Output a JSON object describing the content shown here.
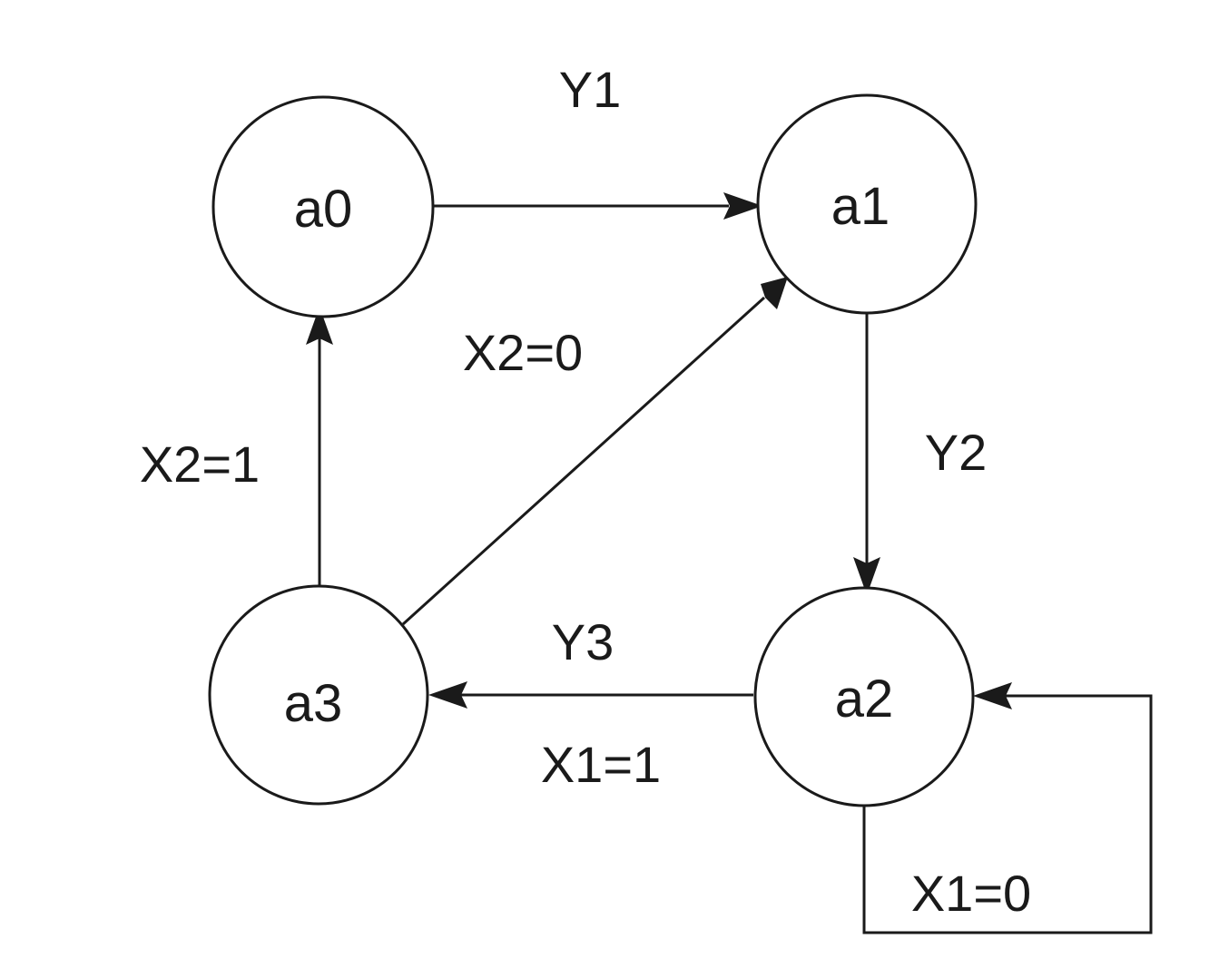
{
  "diagram": {
    "type": "state-transition-graph",
    "states": [
      {
        "id": "a0",
        "label": "a0"
      },
      {
        "id": "a1",
        "label": "a1"
      },
      {
        "id": "a2",
        "label": "a2"
      },
      {
        "id": "a3",
        "label": "a3"
      }
    ],
    "transitions": [
      {
        "from": "a0",
        "to": "a1",
        "labels": [
          "Y1"
        ]
      },
      {
        "from": "a1",
        "to": "a2",
        "labels": [
          "Y2"
        ]
      },
      {
        "from": "a2",
        "to": "a3",
        "labels": [
          "Y3",
          "X1=1"
        ]
      },
      {
        "from": "a2",
        "to": "a2",
        "labels": [
          "X1=0"
        ]
      },
      {
        "from": "a3",
        "to": "a0",
        "labels": [
          "X2=1"
        ]
      },
      {
        "from": "a3",
        "to": "a1",
        "labels": [
          "X2=0"
        ]
      }
    ]
  }
}
